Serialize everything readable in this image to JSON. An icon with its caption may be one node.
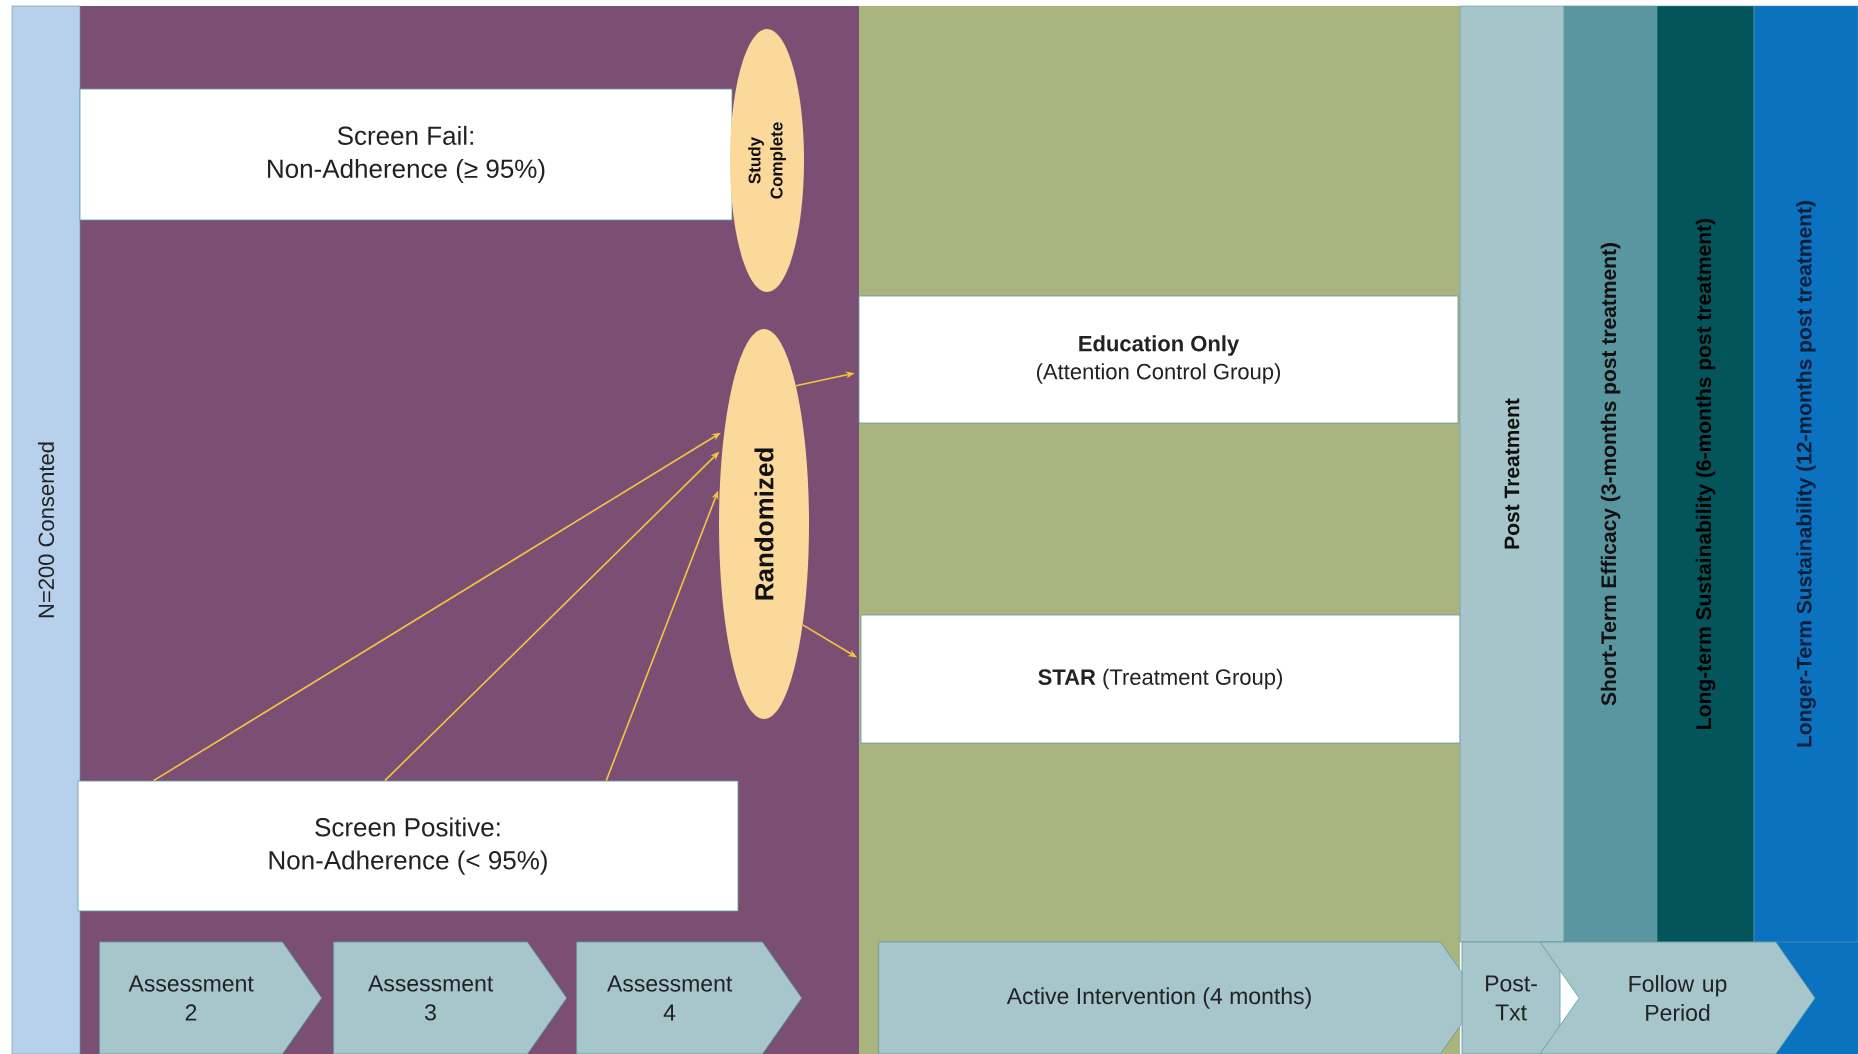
{
  "diagram": {
    "nodes": [
      {
        "text": [
          "N=200 Consented"
        ]
      },
      {
        "text": [
          "Screen Fail:",
          "Non-Adherence (≥ 95%)"
        ]
      },
      {
        "text": [
          "Study Complete"
        ]
      },
      {
        "text": [
          "Randomized"
        ]
      },
      {
        "text": [
          "Education Only",
          "(Attention Control Group)"
        ]
      },
      {
        "text": [
          "**STAR** (Treatment Group)"
        ]
      },
      {
        "text": [
          "Screen Positive:",
          "Non-Adherence (< 95%)"
        ]
      },
      {
        "text": [
          "Post Treatment"
        ]
      },
      {
        "text": [
          "Short-Term Efficacy (3-months post treatment)"
        ]
      },
      {
        "text": [
          "Long-term Sustainability (6-months post treatment)"
        ]
      },
      {
        "text": [
          "Longer-Term Sustainability (12-months post treatment)"
        ]
      },
      {
        "text": [
          "Assessment 2"
        ]
      },
      {
        "text": [
          "Assessment 3"
        ]
      },
      {
        "text": [
          "Assessment 4"
        ]
      },
      {
        "text": [
          "Active Intervention (4 months)"
        ]
      },
      {
        "text": [
          "Post-Txt"
        ]
      },
      {
        "text": [
          "Follow up Period"
        ]
      }
    ],
    "edges": [
      {
        "from": 6,
        "to": 3,
        "arrow": "to"
      },
      {
        "from": 6,
        "to": 3,
        "arrow": "to"
      },
      {
        "from": 6,
        "to": 3,
        "arrow": "to"
      },
      {
        "from": 3,
        "to": 4,
        "arrow": "to"
      },
      {
        "from": 3,
        "to": 5,
        "arrow": "to"
      }
    ]
  }
}
